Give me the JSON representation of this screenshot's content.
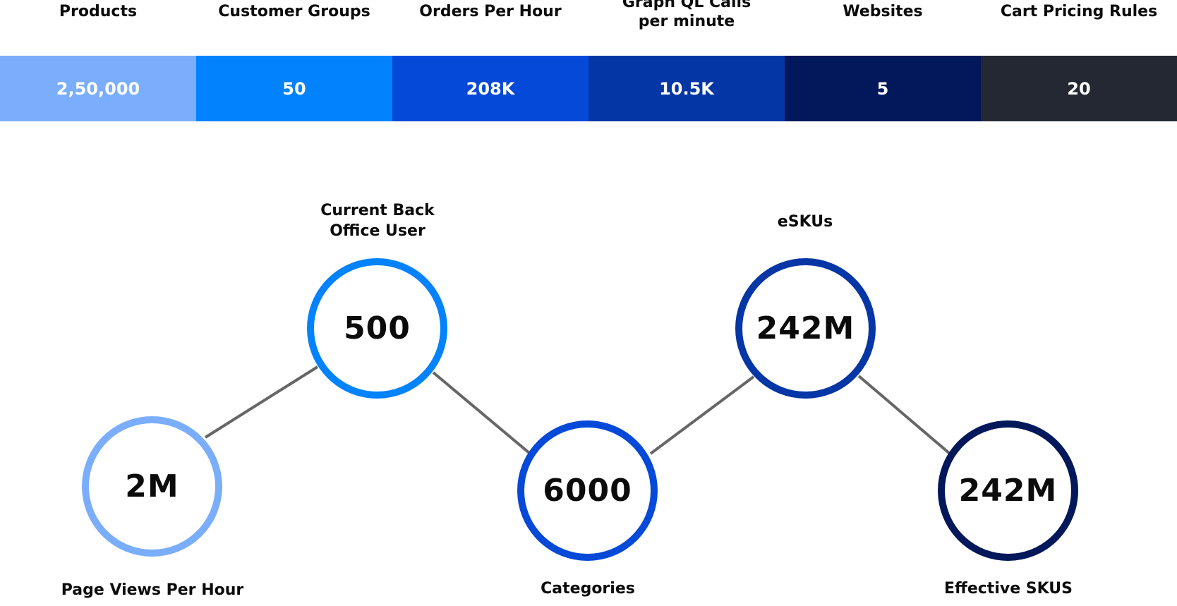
{
  "metrics": [
    {
      "label": "Products",
      "value": "2,50,000",
      "color": "#7aaefc"
    },
    {
      "label": "Customer Groups",
      "value": "50",
      "color": "#0282fc"
    },
    {
      "label": "Orders Per Hour",
      "value": "208K",
      "color": "#0549d8"
    },
    {
      "label": "Graph QL Calls per minute",
      "value": "10.5K",
      "color": "#0536a6"
    },
    {
      "label": "Websites",
      "value": "5",
      "color": "#02185a"
    },
    {
      "label": "Cart Pricing Rules",
      "value": "20",
      "color": "#232833"
    }
  ],
  "nodes": [
    {
      "value": "2M",
      "label": "Page Views Per Hour",
      "color": "#7aaefc"
    },
    {
      "value": "500",
      "label": "Current Back Office User",
      "color": "#0282fc"
    },
    {
      "value": "6000",
      "label": "Categories",
      "color": "#0549d8"
    },
    {
      "value": "242M",
      "label": "eSKUs",
      "color": "#0536a6"
    },
    {
      "value": "242M",
      "label": "Effective SKUS",
      "color": "#02185a"
    }
  ],
  "connector_color": "#666666"
}
